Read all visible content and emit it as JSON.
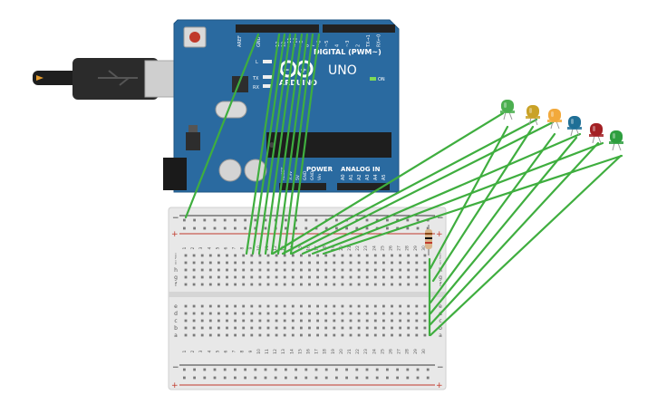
{
  "board": {
    "brand": "ARDUINO",
    "model": "UNO",
    "aref_label": "AREF",
    "gnd_label": "GND",
    "digital_pin_labels": [
      "13",
      "12",
      "~11",
      "~10",
      "~9",
      "8",
      "7",
      "~6",
      "~5",
      "4",
      "~3",
      "2",
      "TX→1",
      "RX←0"
    ],
    "digital_label": "DIGITAL (PWM~)",
    "tx_label": "TX",
    "rx_label": "RX",
    "l_label": "L",
    "on_label": "ON",
    "power_label": "POWER",
    "analog_label": "ANALOG IN",
    "power_pin_labels": [
      "RESET",
      "3.3V",
      "5V",
      "GND",
      "GND",
      "Vin"
    ],
    "analog_pin_labels": [
      "A0",
      "A1",
      "A2",
      "A3",
      "A4",
      "A5"
    ],
    "colors": {
      "pcb": "#2a6aa0",
      "pcb_edge": "#1f5583",
      "header": "#222222"
    }
  },
  "breadboard": {
    "column_numbers": [
      "1",
      "2",
      "3",
      "4",
      "5",
      "6",
      "7",
      "8",
      "9",
      "10",
      "11",
      "12",
      "13",
      "14",
      "15",
      "16",
      "17",
      "18",
      "19",
      "20",
      "21",
      "22",
      "23",
      "24",
      "25",
      "26",
      "27",
      "28",
      "29",
      "30"
    ],
    "top_row_letters": [
      "j",
      "i",
      "h",
      "g",
      "f"
    ],
    "bottom_row_letters": [
      "e",
      "d",
      "c",
      "b",
      "a"
    ],
    "minus_label": "−",
    "plus_label": "+",
    "colors": {
      "body": "#e8e8e8",
      "minus_line": "#3a3a3a",
      "plus_line": "#c0392b"
    }
  },
  "leds": [
    {
      "color": "#4caf50"
    },
    {
      "color": "#c9a227"
    },
    {
      "color": "#f2a93b"
    },
    {
      "color": "#1f6f96"
    },
    {
      "color": "#a32024"
    },
    {
      "color": "#2e9e3e"
    }
  ],
  "wire_color": "#3fae3f"
}
